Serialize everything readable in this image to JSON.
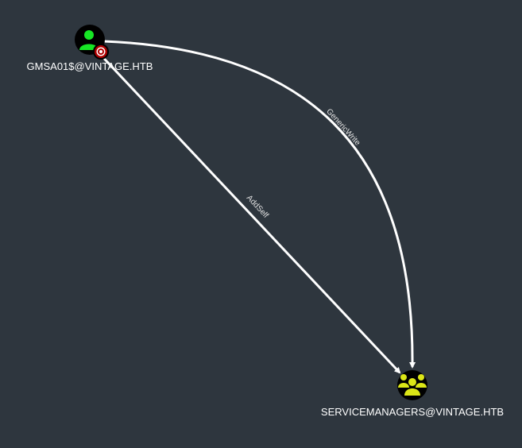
{
  "colors": {
    "background": "#2e363e",
    "user_icon": "#17e625",
    "group_icon": "#dbe617",
    "edge": "#ffffff",
    "target_badge": "#b00000"
  },
  "nodes": [
    {
      "label": "GMSA01$@VINTAGE.HTB",
      "type": "user",
      "icon": "user-icon",
      "badge": "target-icon"
    },
    {
      "label": "SERVICEMANAGERS@VINTAGE.HTB",
      "type": "group",
      "icon": "group-icon"
    }
  ],
  "edges": [
    {
      "label": "AddSelf",
      "from": "GMSA01$@VINTAGE.HTB",
      "to": "SERVICEMANAGERS@VINTAGE.HTB"
    },
    {
      "label": "GenericWrite",
      "from": "GMSA01$@VINTAGE.HTB",
      "to": "SERVICEMANAGERS@VINTAGE.HTB"
    }
  ]
}
